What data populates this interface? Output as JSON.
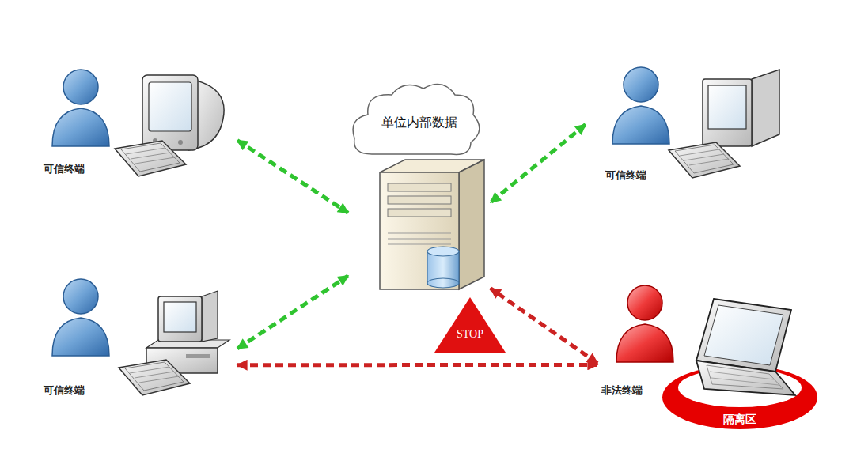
{
  "diagram": {
    "nodes": [
      {
        "text": [
          "可信终端"
        ]
      },
      {
        "text": [
          "单位内部数据"
        ]
      },
      {
        "text": [
          "可信终端"
        ]
      },
      {
        "text": [
          "可信终端"
        ]
      },
      {
        "text": [
          "STOP"
        ]
      },
      {
        "text": [
          "非法终端"
        ]
      },
      {
        "text": [
          "隔离区"
        ],
        "in": 5
      }
    ],
    "edges": [
      {
        "from": 0,
        "to": 1,
        "arrow": "both"
      },
      {
        "from": 2,
        "to": 1,
        "arrow": "both"
      },
      {
        "from": 3,
        "to": 1,
        "arrow": "both"
      },
      {
        "from": 5,
        "to": 1,
        "arrow": "both"
      },
      {
        "from": 3,
        "to": 5,
        "arrow": "both"
      }
    ]
  }
}
